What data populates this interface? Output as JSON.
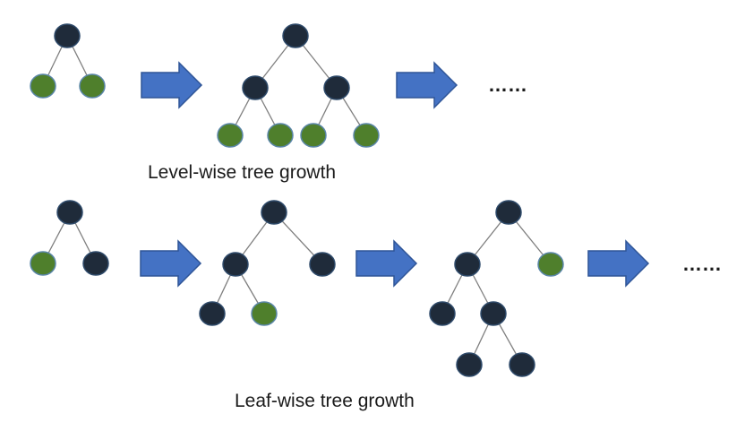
{
  "captions": {
    "level_wise": "Level-wise tree growth",
    "leaf_wise": "Leaf-wise tree growth"
  },
  "continuation": "……",
  "colors": {
    "internal_node": "#1f2b3a",
    "leaf_node": "#4f7f2c",
    "arrow": "#4472c4"
  },
  "diagrams": [
    {
      "name": "level-wise",
      "stages": 3
    },
    {
      "name": "leaf-wise",
      "stages": 4
    }
  ]
}
